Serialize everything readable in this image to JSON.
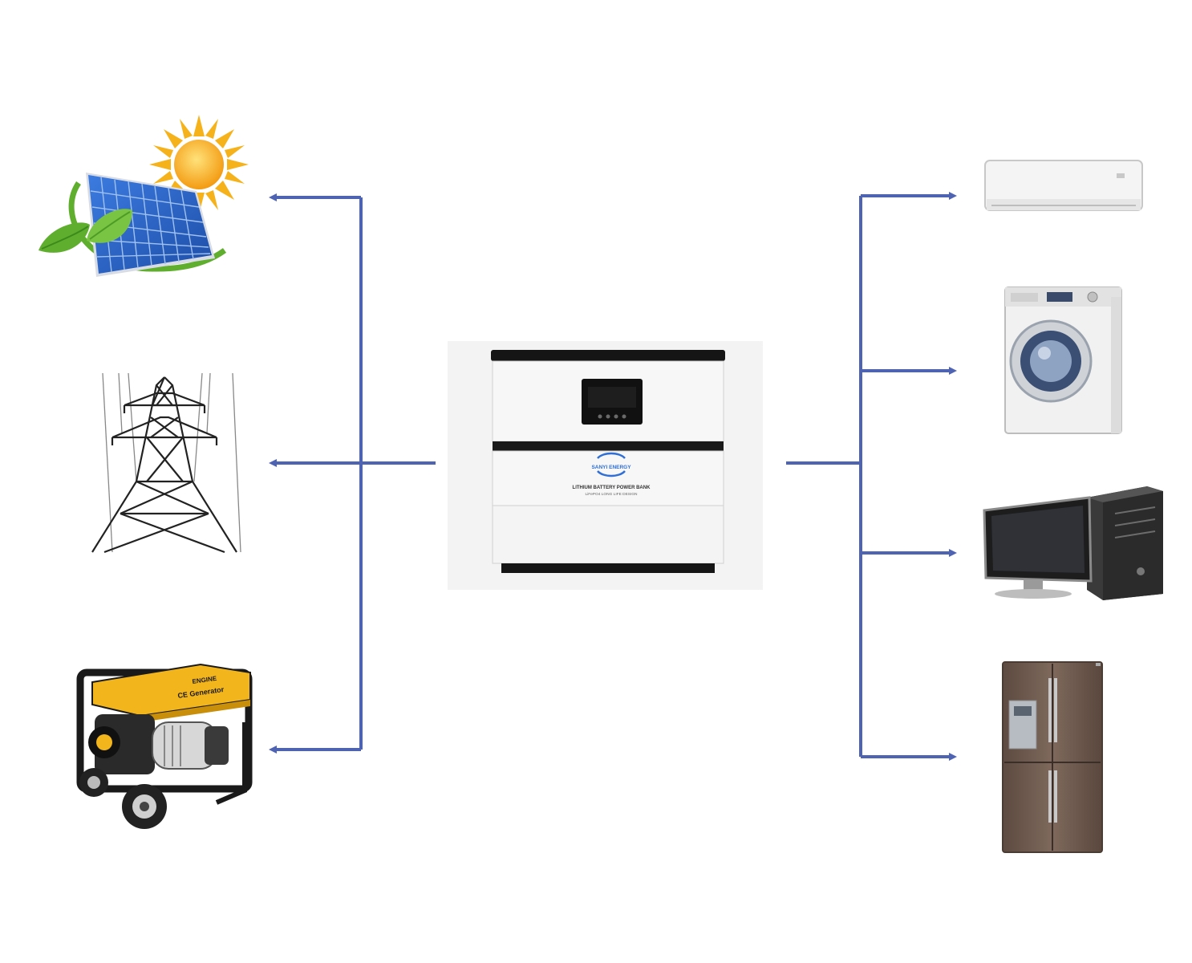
{
  "colors": {
    "connector": "#4f63b3",
    "panel_blue": "#2a5fc4",
    "sun_yellow": "#f6b21a",
    "leaf_green": "#5fae2e",
    "tower_line": "#222222",
    "battery_body": "#f1f1f1",
    "battery_dark": "#151515",
    "generator_yellow": "#f2b51c",
    "fridge_brown": "#6e5a4e",
    "appliance_white": "#f4f4f4",
    "monitor_dark": "#2b2b2b"
  },
  "battery": {
    "logo_text": "SANYI ENERGY",
    "title_text": "LITHIUM BATTERY POWER BANK",
    "subtitle_text": "LiFePO4 LONG LIFE DESIGN"
  },
  "generator": {
    "panel_text": "ENGINE",
    "side_text": "CE Generator"
  },
  "sources": [
    {
      "icon": "solar-panel-icon"
    },
    {
      "icon": "power-tower-icon"
    },
    {
      "icon": "generator-icon"
    }
  ],
  "loads": [
    {
      "icon": "air-conditioner-icon"
    },
    {
      "icon": "washing-machine-icon"
    },
    {
      "icon": "computer-icon"
    },
    {
      "icon": "refrigerator-icon"
    }
  ]
}
